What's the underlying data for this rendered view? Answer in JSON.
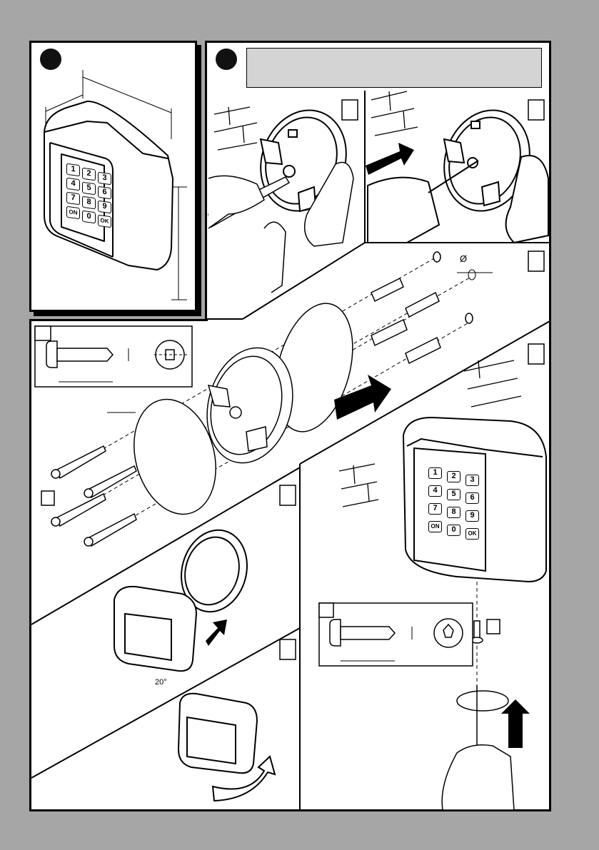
{
  "keypad_keys": [
    "1",
    "2",
    "3",
    "4",
    "5",
    "6",
    "7",
    "8",
    "9",
    "ON",
    "0",
    "OK"
  ],
  "angle_label": "20°",
  "diameter_symbol": "Ø",
  "colors": {
    "page_background": "#a6a6a6",
    "panel_background": "#ffffff",
    "note_box": "#d4d4d4",
    "ink": "#000000"
  },
  "icons": [
    "step-marker-1",
    "step-marker-2",
    "keypad-device",
    "mounting-base",
    "drill",
    "wall-plug",
    "screw",
    "gasket-ring",
    "cover-plate",
    "push-arrow",
    "rotate-arrow",
    "hex-key",
    "hand"
  ]
}
